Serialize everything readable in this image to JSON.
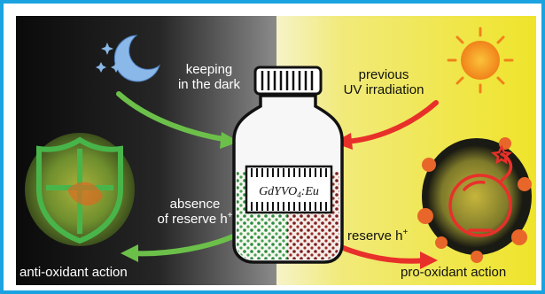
{
  "left_panel": {
    "keeping_line1": "keeping",
    "keeping_line2": "in the dark",
    "absence_line1": "absence",
    "absence_line2": "of reserve h",
    "absence_sup": "+",
    "action_label": "anti-oxidant action"
  },
  "right_panel": {
    "previous_line1": "previous",
    "previous_line2": "UV irradiation",
    "reserve_label": "reserve h",
    "reserve_sup": "+",
    "action_label": "pro-oxidant action"
  },
  "jar": {
    "formula_main": "GdYVO",
    "formula_sub": "4",
    "formula_tail": ":Eu"
  },
  "colors": {
    "border": "#1aa3e0",
    "dark_side": "#111111",
    "light_side": "#f2ea2e",
    "green_arrow": "#6cc04a",
    "red_arrow": "#e8302a",
    "moon": "#8ab8e8",
    "sun": "#f39a1f"
  },
  "icons": [
    "moon-icon",
    "star-icon",
    "sun-icon",
    "shield-icon",
    "bomb-icon",
    "jar-icon"
  ]
}
